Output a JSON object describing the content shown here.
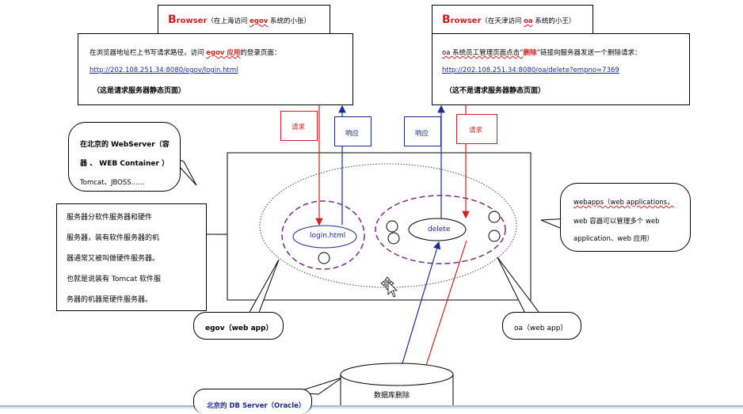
{
  "browser_left": {
    "title_b": "B",
    "title_rest": "rowser",
    "title_note_a": "（在上海访问 ",
    "title_note_app": "egov",
    "title_note_b": " 系统的小张）",
    "line1_a": "在浏览器地址栏上书写请求路径，访问 ",
    "line1_app": "egov 应用",
    "line1_b": "的登录页面：",
    "url": "http://202.108.251.34:8080/egov/login.html",
    "note": "（这是请求服务器静态页面）"
  },
  "browser_right": {
    "title_b": "B",
    "title_rest": "rowser",
    "title_note_a": "（在天津访问 ",
    "title_note_app": "oa",
    "title_note_b": " 系统的小王）",
    "line1_a": "oa 系统员工管理页面点击“",
    "line1_em": "删除",
    "line1_b": "”链接向服务器发送一个删除请求：",
    "url": "http://202.108.251.34:8080/oa/delete?empno=7369",
    "note": "（这不是请求服务器静态页面）"
  },
  "labels": {
    "request_left": "请求",
    "response_left": "响应",
    "response_right": "响应",
    "request_right": "请求"
  },
  "webserver_callout": {
    "line1": "在北京的 WebServer（容",
    "line2": "器 、 WEB  Container ）",
    "line3": "Tomcat、JBOSS……"
  },
  "server_note": {
    "lines": [
      "服务器分软件服务器和硬件",
      "服务器，装有软件服务器的机",
      "器通常又被叫做硬件服务器。",
      "也就是说装有 Tomcat 软件服",
      "务器的机器是硬件服务器。"
    ]
  },
  "webapps_callout": {
    "line1": "webapps（web applications，",
    "line2": "web 容器可以管理多个 web",
    "line3": "application、web 应用）"
  },
  "nodes": {
    "login": "login.html",
    "delete": "delete"
  },
  "app_labels": {
    "egov": "egov（web app）",
    "oa": "oa（web app）"
  },
  "db": {
    "label": "数据库删除",
    "callout": "北京的 DB Server（Oracle）"
  },
  "colors": {
    "red": "#d21f1f",
    "blue": "#1a2a9a",
    "purple": "#7a2a8a"
  }
}
